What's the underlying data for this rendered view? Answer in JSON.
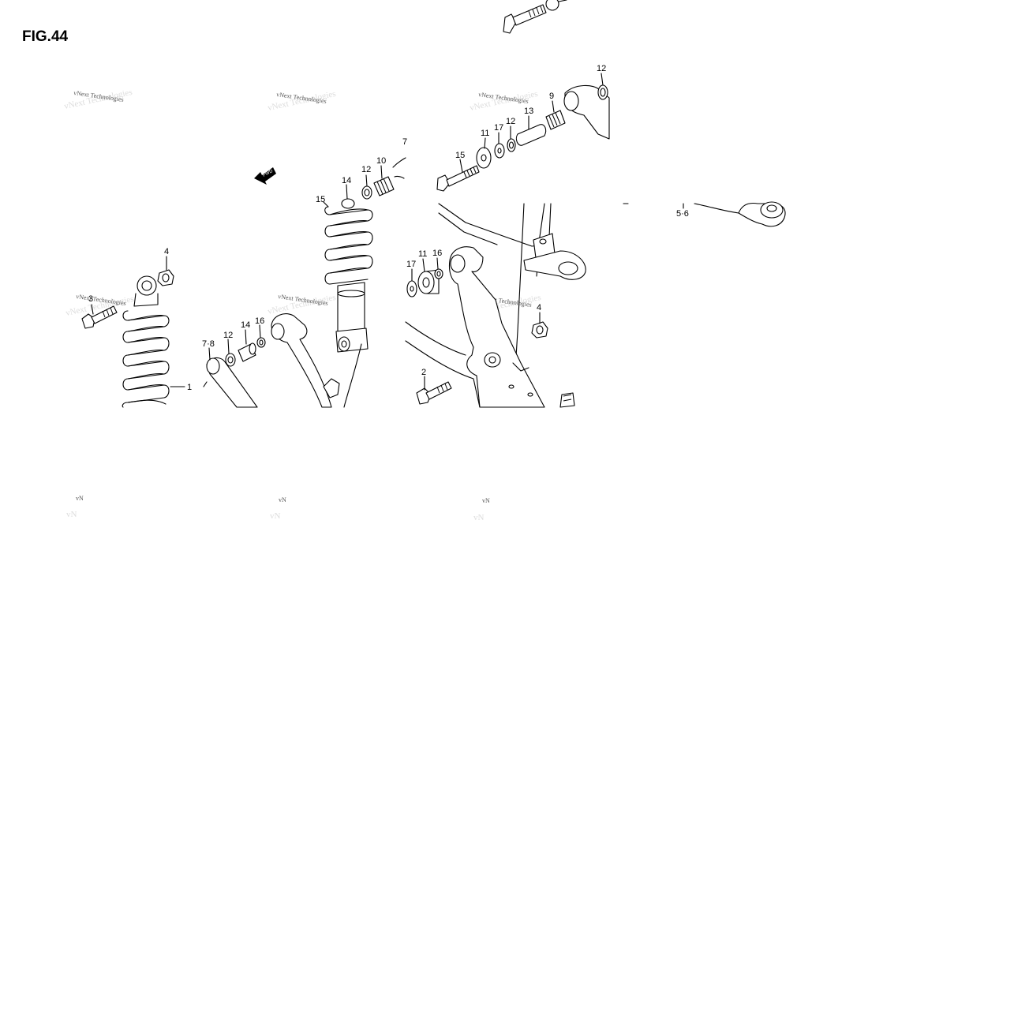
{
  "figure": {
    "title": "FIG.44"
  },
  "watermark": {
    "text": "vNext Technologies",
    "fragment": "vN"
  },
  "fwd_label": "FWD",
  "callouts": {
    "c12_top": "12",
    "c9": "9",
    "c13": "13",
    "c11_top": "11",
    "c17_top": "17",
    "c12_mid": "12",
    "c15_top": "15",
    "c7_top": "7",
    "c10": "10",
    "c12_shock": "12",
    "c14_shock": "14",
    "c15_shock": "15",
    "c4_left": "4",
    "c3_left": "3",
    "c1": "1",
    "c78": "7·8",
    "c12_low": "12",
    "c14_low": "14",
    "c16_low": "16",
    "c17_arm": "17",
    "c11_arm": "11",
    "c16_arm": "16",
    "c4_arm": "4",
    "c2": "2",
    "c56": "5·6"
  },
  "colors": {
    "line": "#000000",
    "background": "#ffffff"
  }
}
